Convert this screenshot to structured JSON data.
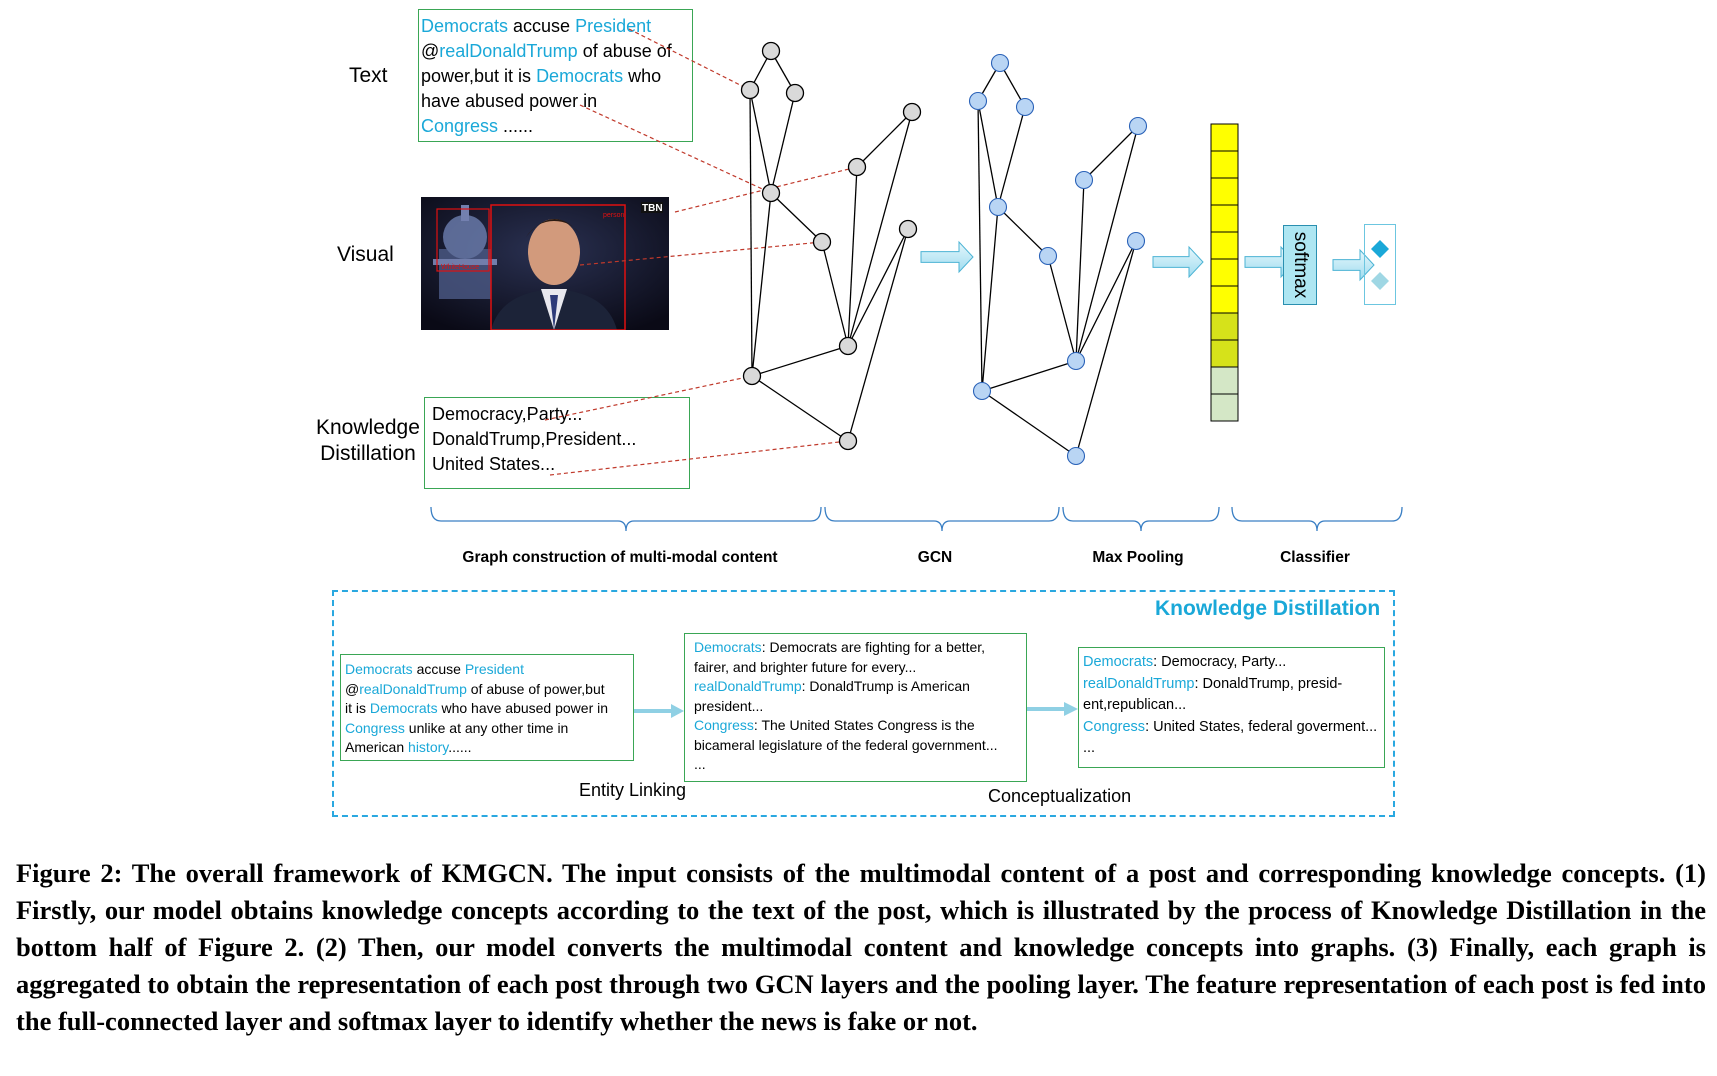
{
  "row_labels": {
    "text": "Text",
    "visual": "Visual",
    "knowledge": "Knowledge\nDistillation"
  },
  "text_box": [
    [
      {
        "t": "Democrats",
        "hl": true
      },
      {
        "t": " accuse ",
        "hl": false
      },
      {
        "t": "President",
        "hl": true
      }
    ],
    [
      {
        "t": "@",
        "hl": false
      },
      {
        "t": "realDonaldTrump",
        "hl": true
      },
      {
        "t": " of abuse of",
        "hl": false
      }
    ],
    [
      {
        "t": "power,but it is ",
        "hl": false
      },
      {
        "t": "Democrats",
        "hl": true
      },
      {
        "t": " who",
        "hl": false
      }
    ],
    [
      {
        "t": "have abused power in",
        "hl": false
      }
    ],
    [
      {
        "t": "Congress",
        "hl": true
      },
      {
        "t": " ......",
        "hl": false
      }
    ]
  ],
  "visual_image": {
    "logo": "TBN",
    "box_label_1": "person",
    "box_label_2": "WhiteHouse"
  },
  "knowledge_box": [
    "Democracy,Party...",
    "DonaldTrump,President...",
    "United States..."
  ],
  "sections": {
    "graph_construction": "Graph construction of multi-modal content",
    "gcn": "GCN",
    "max_pooling": "Max Pooling",
    "classifier": "Classifier"
  },
  "softmax_label": "softmax",
  "kd_panel": {
    "title": "Knowledge Distillation",
    "input_lines": [
      [
        {
          "t": "Democrats",
          "hl": true
        },
        {
          "t": " accuse ",
          "hl": false
        },
        {
          "t": "President",
          "hl": true
        }
      ],
      [
        {
          "t": "@",
          "hl": false
        },
        {
          "t": "realDonaldTrump",
          "hl": true
        },
        {
          "t": " of abuse of power,but",
          "hl": false
        }
      ],
      [
        {
          "t": "it is ",
          "hl": false
        },
        {
          "t": "Democrats",
          "hl": true
        },
        {
          "t": " who have abused power in",
          "hl": false
        }
      ],
      [
        {
          "t": "Congress",
          "hl": true
        },
        {
          "t": " unlike at any other time in",
          "hl": false
        }
      ],
      [
        {
          "t": "American ",
          "hl": false
        },
        {
          "t": "history",
          "hl": true
        },
        {
          "t": "......",
          "hl": false
        }
      ]
    ],
    "linked_lines": [
      [
        {
          "t": "Democrats",
          "hl": true
        },
        {
          "t": ": Democrats are fighting for a better,",
          "hl": false
        }
      ],
      [
        {
          "t": " fairer, and brighter future for every...",
          "hl": false
        }
      ],
      [
        {
          "t": "realDonaldTrump",
          "hl": true
        },
        {
          "t": ": DonaldTrump is American",
          "hl": false
        }
      ],
      [
        {
          "t": "president...",
          "hl": false
        }
      ],
      [
        {
          "t": "Congress",
          "hl": true
        },
        {
          "t": ": The United States Congress is the",
          "hl": false
        }
      ],
      [
        {
          "t": "bicameral legislature of the federal government...",
          "hl": false
        }
      ],
      [
        {
          "t": "...",
          "hl": false
        }
      ]
    ],
    "concept_lines": [
      [
        {
          "t": "Democrats",
          "hl": true
        },
        {
          "t": ": Democracy, Party...",
          "hl": false
        }
      ],
      [
        {
          "t": "realDonaldTrump",
          "hl": true
        },
        {
          "t": ": DonaldTrump, presid-",
          "hl": false
        }
      ],
      [
        {
          "t": "ent,republican...",
          "hl": false
        }
      ],
      [
        {
          "t": "Congress",
          "hl": true
        },
        {
          "t": ": United States, federal goverment...",
          "hl": false
        }
      ],
      [
        {
          "t": "...",
          "hl": false
        }
      ]
    ],
    "entity_linking": "Entity Linking",
    "conceptualization": "Conceptualization"
  },
  "caption": "Figure 2: The overall framework of KMGCN. The input consists of the multimodal content of a post and corresponding knowledge concepts. (1) Firstly, our model obtains knowledge concepts according to the text of the post, which is illustrated by the process of Knowledge Distillation in the bottom half of Figure 2. (2) Then, our model converts the multimodal content and knowledge concepts into graphs. (3) Finally, each graph is aggregated to obtain the representation of each post through two GCN layers and the pooling layer. The feature representation of each post is fed into the full-connected layer and softmax layer to identify whether the news is fake or not.",
  "colors": {
    "highlight": "#1aa8d8",
    "green_border": "#3aa655",
    "node_blue": "#b9d5f4",
    "node_gray": "#d9d9d9",
    "pool_yellow": "#ffff00",
    "dashed_blue": "#2aa8e0"
  }
}
